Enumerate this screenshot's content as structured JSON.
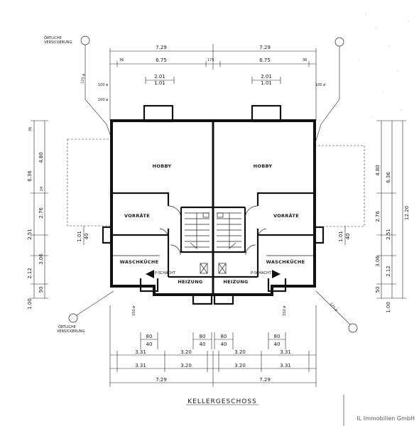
{
  "drain_top": "ÖRTLICHE\nVERSICKERUNG",
  "drain_bottom": "ÖRTLICHE\nVERSICKERUNG",
  "rooms": {
    "hobby_left": "HOBBY",
    "hobby_right": "HOBBY",
    "vorraete_left": "VORRÄTE",
    "vorraete_right": "VORRÄTE",
    "waschkueche_left": "WASCHKÜCHE",
    "waschkueche_right": "WASCHKÜCHE",
    "heizung_left": "HEIZUNG",
    "heizung_right": "HEIZUNG",
    "schacht_left": "P-SCHACHT",
    "schacht_right": "P-SCHACHT"
  },
  "top_dims": {
    "overall": [
      "7.29",
      "7.29"
    ],
    "inner": [
      "6.75",
      "6.75"
    ],
    "window": [
      "2.01",
      "1.01",
      "2.01",
      "1.01"
    ],
    "small": [
      "36",
      "175",
      "36"
    ]
  },
  "left_dims": [
    "4.80",
    "6.36",
    "2.76",
    "2.51",
    "3.06",
    "2.12",
    "1.00",
    "50",
    "1.01",
    "40",
    "36",
    "24"
  ],
  "right_dims": [
    "4.80",
    "6.36",
    "2.76",
    "2.51",
    "3.06",
    "2.12",
    "1.00",
    "50",
    "12.20",
    "1.01",
    "40"
  ],
  "bottom_dims": {
    "row1": [
      "3.31",
      "3.20",
      "3.20",
      "3.31"
    ],
    "row2": [
      "3.31",
      "3.20",
      "3.20",
      "3.31"
    ],
    "overall": [
      "7.29",
      "7.29"
    ],
    "openings": [
      "80",
      "40",
      "80",
      "40",
      "80",
      "40",
      "80",
      "40"
    ]
  },
  "pipes": [
    "125 ø",
    "100 ø",
    "100 ø",
    "100 ø",
    "150 ø",
    "150 ø",
    "125 ø"
  ],
  "title": "KELLERGESCHOSS",
  "credit": "IL Immobilien GmbH"
}
